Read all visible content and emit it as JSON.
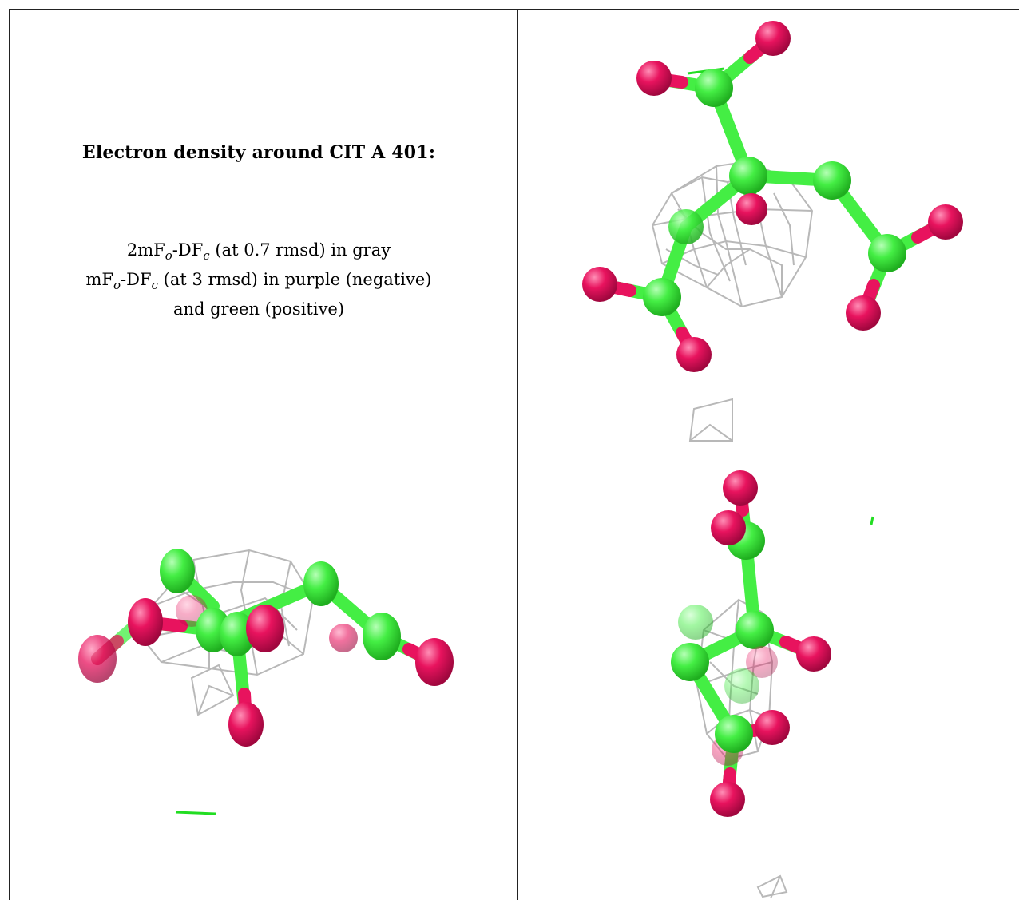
{
  "caption": {
    "title": "Electron density around CIT A 401:",
    "line1": {
      "a": "2mF",
      "sub1": "o",
      "b": "-DF",
      "sub2": "c",
      "c": " (at 0.7 rmsd) in gray"
    },
    "line2": {
      "a": "mF",
      "sub1": "o",
      "b": "-DF",
      "sub2": "c",
      "c": " (at 3 rmsd) in purple (negative)"
    },
    "line3": "and green (positive)"
  },
  "colors": {
    "carbon": "#44ee44",
    "oxygen": "#e8135e",
    "mesh_2fofc": "#b8b8b8",
    "mesh_positive": "#22dd22",
    "border": "#222222"
  }
}
